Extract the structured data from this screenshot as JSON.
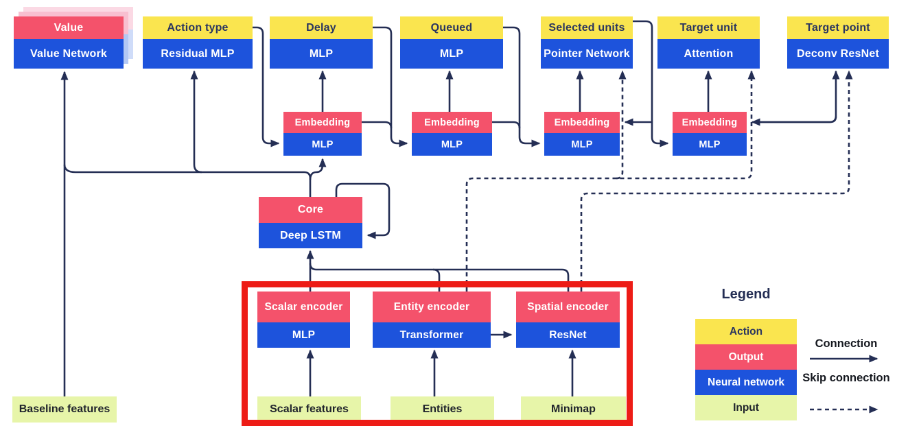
{
  "blocks": {
    "value": {
      "output": "Value",
      "network": "Value Network"
    },
    "action_type": {
      "action": "Action type",
      "network": "Residual MLP"
    },
    "delay": {
      "action": "Delay",
      "network": "MLP"
    },
    "queued": {
      "action": "Queued",
      "network": "MLP"
    },
    "selected_units": {
      "action": "Selected units",
      "network": "Pointer Network"
    },
    "target_unit": {
      "action": "Target unit",
      "network": "Attention"
    },
    "target_point": {
      "action": "Target point",
      "network": "Deconv ResNet"
    },
    "embedding": {
      "output": "Embedding",
      "network": "MLP"
    },
    "core": {
      "output": "Core",
      "network": "Deep LSTM"
    },
    "scalar_encoder": {
      "output": "Scalar encoder",
      "network": "MLP"
    },
    "entity_encoder": {
      "output": "Entity encoder",
      "network": "Transformer"
    },
    "spatial_encoder": {
      "output": "Spatial encoder",
      "network": "ResNet"
    }
  },
  "inputs": {
    "baseline": "Baseline features",
    "scalar": "Scalar features",
    "entities": "Entities",
    "minimap": "Minimap"
  },
  "legend": {
    "title": "Legend",
    "action": "Action",
    "output": "Output",
    "network": "Neural network",
    "input": "Input",
    "connection": "Connection",
    "skip_connection": "Skip connection"
  },
  "colors": {
    "action_yellow": "#FAE54F",
    "output_pink": "#F4526B",
    "network_blue": "#1D53DC",
    "input_green": "#E7F5A9",
    "line_navy": "#242E54",
    "highlight_red": "#ED1C16",
    "ghost_pink": "#F8BFD0",
    "ghost_blue": "#B3C8F4"
  }
}
